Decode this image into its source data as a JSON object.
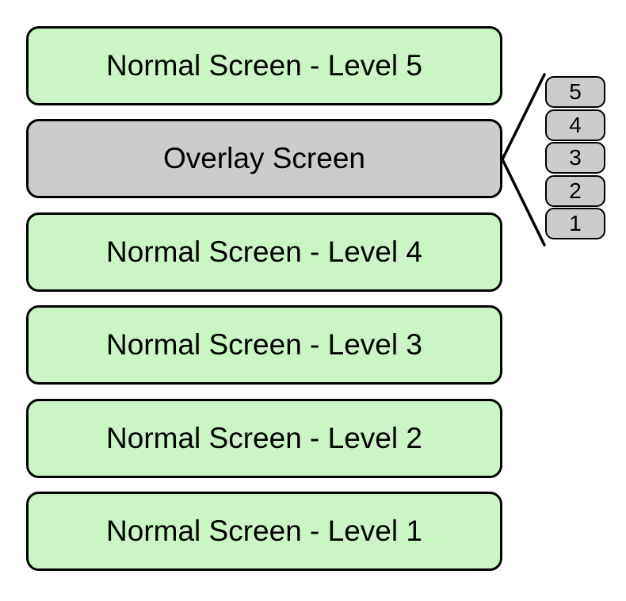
{
  "diagram": {
    "screens": [
      {
        "label": "Normal Screen - Level 5",
        "type": "normal"
      },
      {
        "label": "Overlay Screen",
        "type": "overlay"
      },
      {
        "label": "Normal Screen - Level 4",
        "type": "normal"
      },
      {
        "label": "Normal Screen - Level 3",
        "type": "normal"
      },
      {
        "label": "Normal Screen - Level 2",
        "type": "normal"
      },
      {
        "label": "Normal Screen - Level 1",
        "type": "normal"
      }
    ],
    "overlay_levels": [
      "5",
      "4",
      "3",
      "2",
      "1"
    ],
    "colors": {
      "normal_fill": "#cbf5c5",
      "overlay_fill": "#cccccc",
      "border": "#000000",
      "background": "#ffffff"
    }
  }
}
